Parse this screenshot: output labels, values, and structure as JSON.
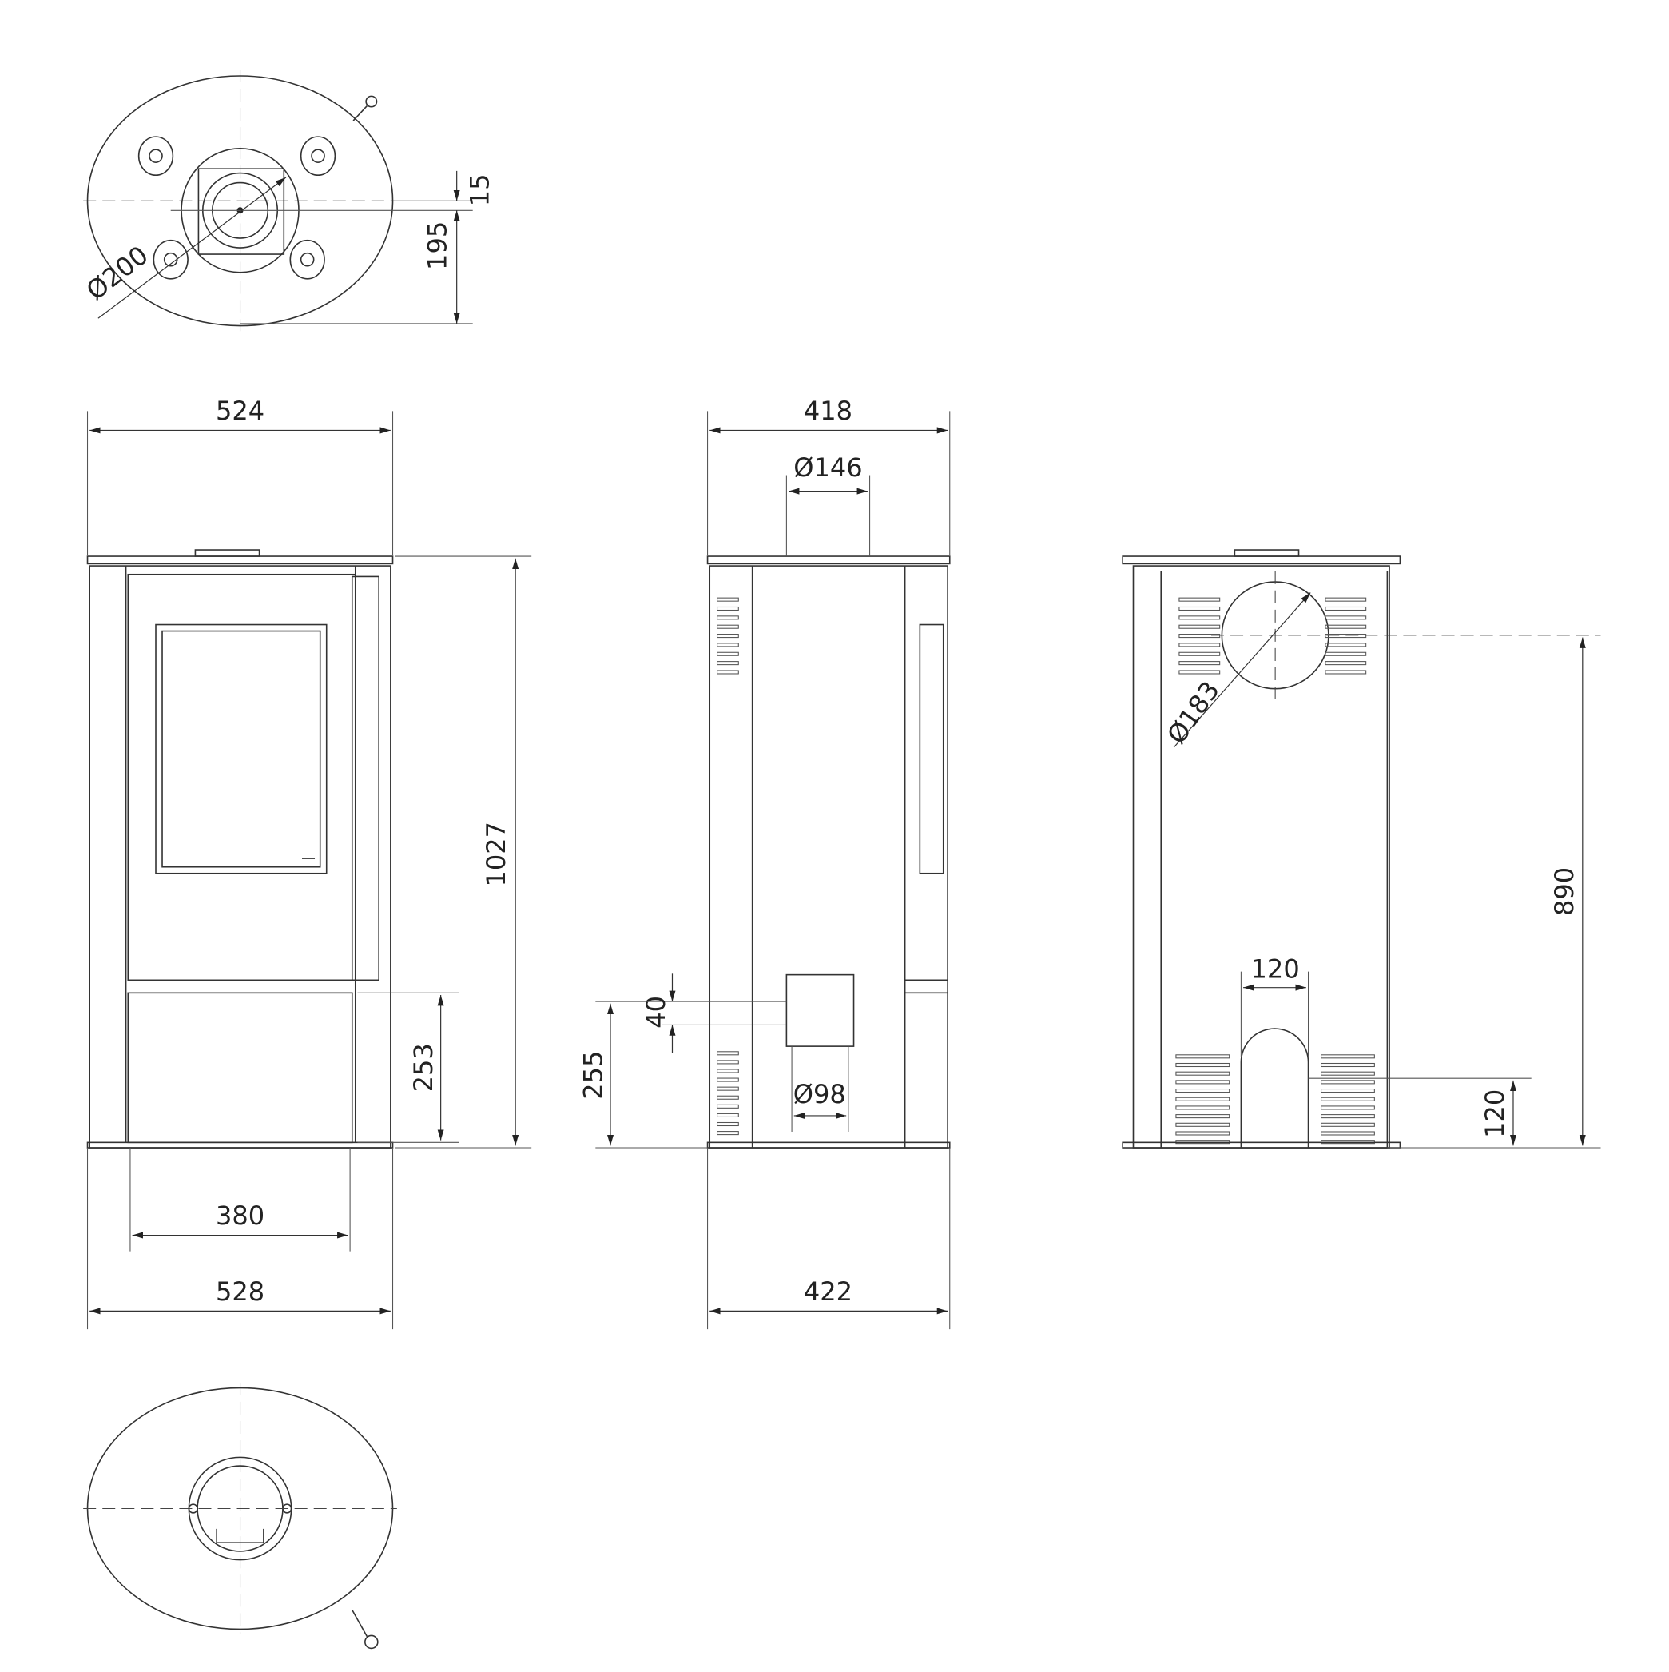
{
  "drawing": {
    "top_view": {
      "flue_diameter": "Ø200",
      "offset_a": "195",
      "offset_b": "15"
    },
    "front_view": {
      "top_width": "524",
      "height": "1027",
      "lower_panel_height": "253",
      "door_width": "380",
      "base_width": "528"
    },
    "side_view": {
      "top_width": "418",
      "flue_diameter": "Ø146",
      "air_inlet_height": "40",
      "air_inlet_elevation": "255",
      "air_inlet_diameter": "Ø98",
      "base_width": "422"
    },
    "back_view": {
      "flue_diameter": "Ø183",
      "flue_height": "890",
      "opening_width": "120",
      "opening_height": "120"
    },
    "line_color": "#333333"
  }
}
